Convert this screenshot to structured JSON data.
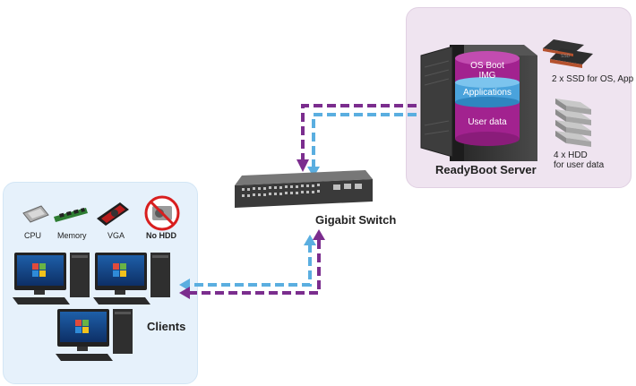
{
  "server": {
    "title": "ReadyBoot Server",
    "layers": {
      "os_boot": "OS Boot\nIMG",
      "applications": "Applications",
      "user_data": "User data"
    },
    "ssd_label": "2 x SSD for OS, App",
    "hdd_label_1": "4 x HDD",
    "hdd_label_2": "for user data"
  },
  "switch": {
    "title": "Gigabit Switch"
  },
  "clients": {
    "title": "Clients",
    "components": {
      "cpu": "CPU",
      "memory": "Memory",
      "vga": "VGA",
      "no_hdd": "No HDD"
    }
  },
  "colors": {
    "purple_flow": "#7b2d8e",
    "blue_flow": "#5aaee0",
    "server_panel": "#efe4f0",
    "client_panel": "#e6f1fb",
    "cylinder": "#a2228f"
  }
}
